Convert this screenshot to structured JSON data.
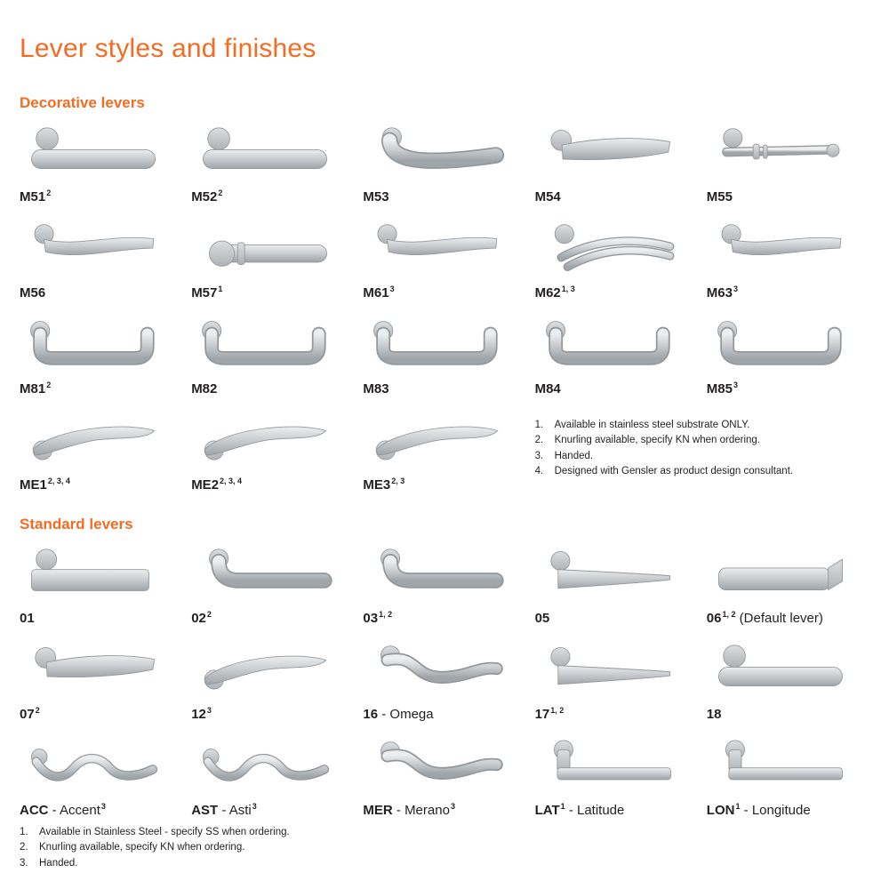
{
  "page": {
    "title": "Lever styles and finishes",
    "accent_color": "#F26C23",
    "background_color": "#FFFFFF",
    "metal_color": "#C6CACD"
  },
  "sections": [
    {
      "id": "decorative",
      "heading": "Decorative levers",
      "rows": [
        [
          {
            "code": "M51",
            "sup": "2",
            "shape": "bar"
          },
          {
            "code": "M52",
            "sup": "2",
            "shape": "bar"
          },
          {
            "code": "M53",
            "shape": "curve"
          },
          {
            "code": "M54",
            "shape": "paddle"
          },
          {
            "code": "M55",
            "shape": "fancy"
          }
        ],
        [
          {
            "code": "M56",
            "shape": "wave"
          },
          {
            "code": "M57",
            "sup": "1",
            "shape": "bar57"
          },
          {
            "code": "M61",
            "sup": "3",
            "shape": "wave"
          },
          {
            "code": "M62",
            "sup": "1, 3",
            "shape": "arc"
          },
          {
            "code": "M63",
            "sup": "3",
            "shape": "wave"
          }
        ],
        [
          {
            "code": "M81",
            "sup": "2",
            "shape": "return"
          },
          {
            "code": "M82",
            "shape": "return"
          },
          {
            "code": "M83",
            "shape": "return"
          },
          {
            "code": "M84",
            "shape": "return"
          },
          {
            "code": "M85",
            "sup": "3",
            "shape": "return"
          }
        ],
        [
          {
            "code": "ME1",
            "sup": "2, 3, 4",
            "shape": "blade"
          },
          {
            "code": "ME2",
            "sup": "2, 3, 4",
            "shape": "blade"
          },
          {
            "code": "ME3",
            "sup": "2, 3",
            "shape": "blade"
          }
        ]
      ],
      "footnotes_inline": true,
      "footnotes": [
        "Available in stainless steel substrate ONLY.",
        "Knurling available, specify KN when ordering.",
        "Handed.",
        "Designed with Gensler as product design consultant."
      ]
    },
    {
      "id": "standard",
      "heading": "Standard levers",
      "rows": [
        [
          {
            "code": "01",
            "shape": "slab"
          },
          {
            "code": "02",
            "sup": "2",
            "shape": "hook"
          },
          {
            "code": "03",
            "sup": "1, 2",
            "shape": "hook"
          },
          {
            "code": "05",
            "shape": "taper"
          },
          {
            "code": "06",
            "sup": "1, 2",
            "suffix": " (Default lever)",
            "shape": "flatangle"
          }
        ],
        [
          {
            "code": "07",
            "sup": "2",
            "shape": "paddle"
          },
          {
            "code": "12",
            "sup": "3",
            "shape": "blade"
          },
          {
            "code": "16",
            "suffix": " - Omega",
            "shape": "omega"
          },
          {
            "code": "17",
            "sup": "1, 2",
            "shape": "taper"
          },
          {
            "code": "18",
            "shape": "bar"
          }
        ],
        [
          {
            "code": "ACC",
            "suffix": " - Accent",
            "sup2": "3",
            "shape": "scroll"
          },
          {
            "code": "AST",
            "suffix": " - Asti",
            "sup2": "3",
            "shape": "scroll"
          },
          {
            "code": "MER",
            "suffix": " - Merano",
            "sup2": "3",
            "shape": "omega"
          },
          {
            "code": "LAT",
            "sup": "1",
            "suffix": " - Latitude",
            "shape": "ltube"
          },
          {
            "code": "LON",
            "sup": "1",
            "suffix": " - Longitude",
            "shape": "ltube"
          }
        ]
      ],
      "footnotes_inline": false,
      "footnotes": [
        "Available in Stainless Steel - specify SS when ordering.",
        "Knurling available, specify KN when ordering.",
        "Handed."
      ]
    }
  ]
}
